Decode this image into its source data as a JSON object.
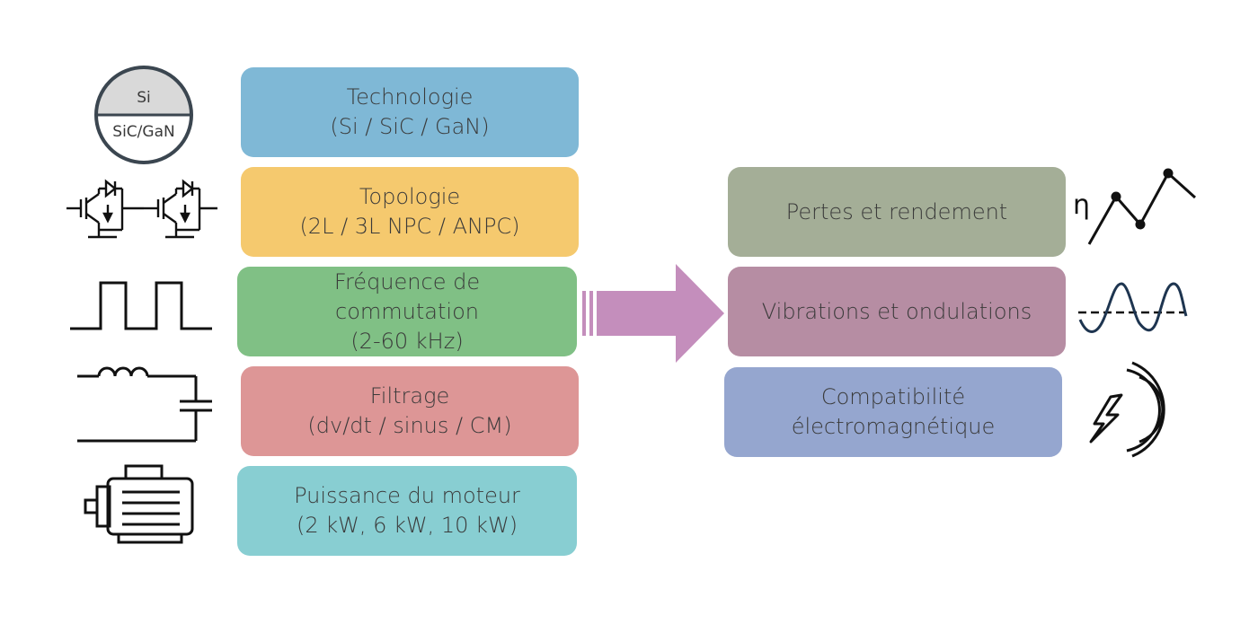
{
  "colors": {
    "technologie": "#7fb8d6",
    "topologie": "#f5c96e",
    "frequence": "#80c085",
    "filtrage": "#dd9696",
    "puissance": "#88ced2",
    "pertes": "#a4ae97",
    "vibrations": "#b68da3",
    "cem": "#95a6cf",
    "arrow": "#c48ebc",
    "icon_stroke": "#111111"
  },
  "inputs": [
    {
      "line1": "Technologie",
      "line2": "(Si / SiC / GaN)",
      "line3": ""
    },
    {
      "line1": "Topologie",
      "line2": "(2L / 3L NPC / ANPC)",
      "line3": ""
    },
    {
      "line1": "Fréquence de",
      "line2": "commutation",
      "line3": "(2-60 kHz)"
    },
    {
      "line1": "Filtrage",
      "line2": "(dv/dt / sinus / CM)",
      "line3": ""
    },
    {
      "line1": "Puissance du moteur",
      "line2": "(2 kW, 6 kW, 10 kW)",
      "line3": ""
    }
  ],
  "outputs": [
    {
      "line1": "Pertes et rendement",
      "line2": ""
    },
    {
      "line1": "Vibrations et ondulations",
      "line2": ""
    },
    {
      "line1": "Compatibilité",
      "line2": "électromagnétique"
    }
  ],
  "icons": {
    "semiconductor": {
      "name": "semiconductor-wafer-icon",
      "top_label": "Si",
      "bottom_label": "SiC/GaN"
    },
    "topology": {
      "name": "igbt-diode-switch-icon"
    },
    "switching": {
      "name": "square-wave-icon"
    },
    "filter": {
      "name": "lc-filter-icon"
    },
    "motor": {
      "name": "electric-motor-icon"
    },
    "efficiency": {
      "name": "efficiency-curve-icon",
      "symbol": "η"
    },
    "vibration": {
      "name": "sine-wave-icon"
    },
    "emc": {
      "name": "emc-lightning-icon"
    },
    "arrow": {
      "name": "right-arrow-icon"
    }
  }
}
